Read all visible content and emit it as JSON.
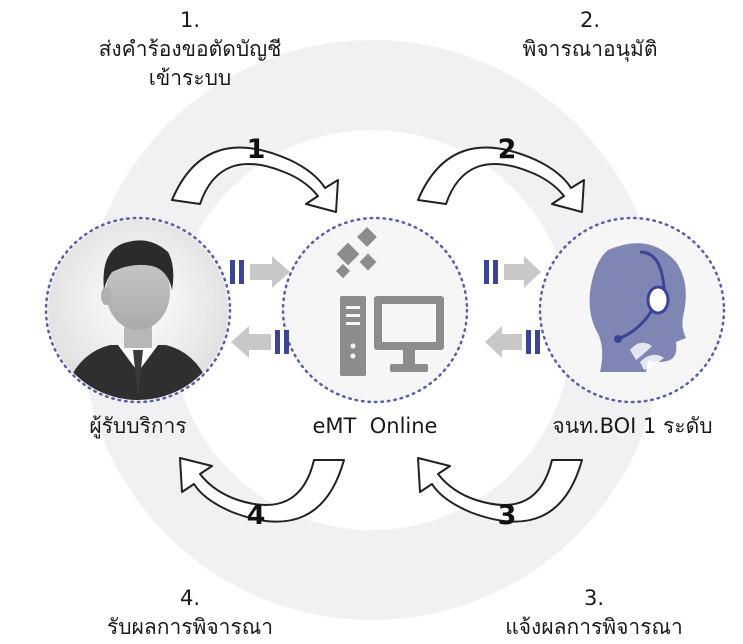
{
  "steps": [
    {
      "num": "1.",
      "line1": "ส่งคำร้องขอตัดบัญชี",
      "line2": "เข้าระบบ"
    },
    {
      "num": "2.",
      "line1": "พิจารณาอนุมัติ",
      "line2": ""
    },
    {
      "num": "3.",
      "line1": "แจ้งผลการพิจารณา",
      "line2": ""
    },
    {
      "num": "4.",
      "line1": "รับผลการพิจารณา",
      "line2": ""
    }
  ],
  "nodes": {
    "user": {
      "label": "ผู้รับบริการ",
      "icon": "user-avatar-icon"
    },
    "system": {
      "label": "eMT  Online",
      "icon": "computer-icon"
    },
    "officer": {
      "label": "จนท.BOI 1 ระดับ",
      "icon": "headset-operator-icon"
    }
  },
  "arrow_numbers": [
    "1",
    "2",
    "3",
    "4"
  ],
  "colors": {
    "accent": "#3b4597",
    "icon_gray": "#8c8c8c",
    "officer_icon": "#7f86b4",
    "background_ring": "#f1f1f4",
    "dotted_border": "#5a5fa8"
  }
}
